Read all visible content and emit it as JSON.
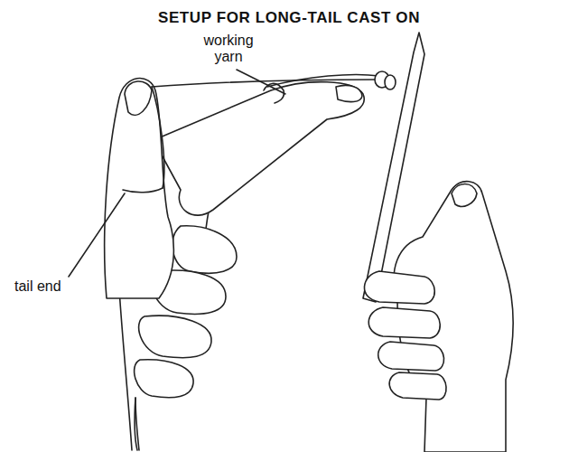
{
  "diagram": {
    "title": "SETUP FOR LONG-TAIL CAST ON",
    "labels": [
      "working yarn",
      "tail end"
    ]
  }
}
